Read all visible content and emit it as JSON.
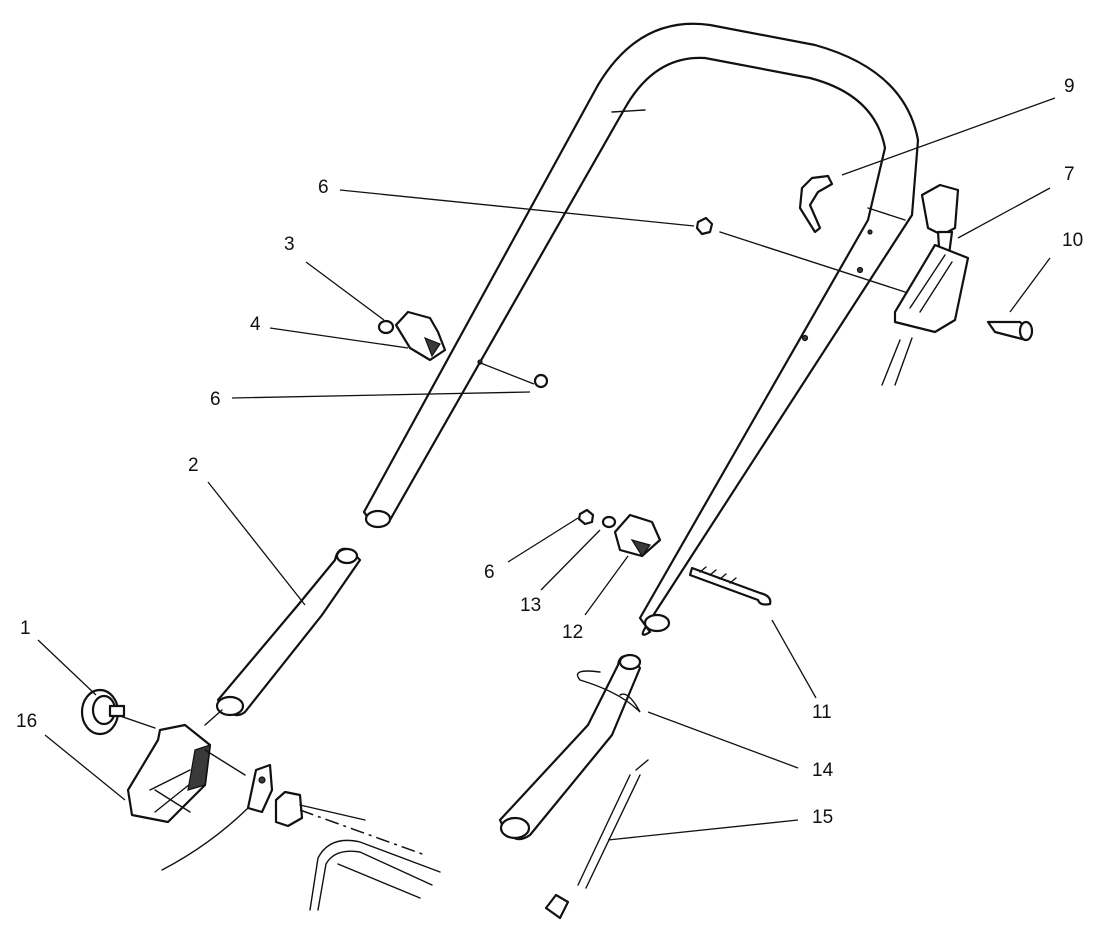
{
  "callouts": {
    "c1": "1",
    "c2": "2",
    "c3": "3",
    "c4": "4",
    "c6a": "6",
    "c6b": "6",
    "c6c": "6",
    "c7": "7",
    "c9": "9",
    "c10": "10",
    "c11": "11",
    "c12": "12",
    "c13": "13",
    "c14": "14",
    "c15": "15",
    "c16": "16"
  },
  "colors": {
    "line": "#111111",
    "background": "#ffffff"
  }
}
